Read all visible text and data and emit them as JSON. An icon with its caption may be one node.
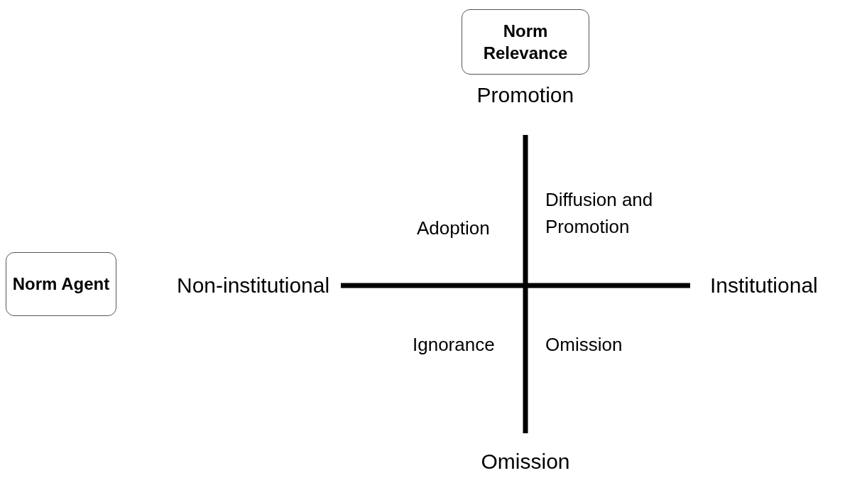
{
  "diagram": {
    "nodes": [
      {
        "text": [
          "Norm Relevance"
        ]
      },
      {
        "text": [
          "Norm Agent"
        ]
      }
    ],
    "labels": [
      "Promotion",
      "Diffusion and Promotion",
      "Adoption",
      "Non-institutional",
      "Institutional",
      "Ignorance",
      "Omission",
      "Omission"
    ]
  }
}
